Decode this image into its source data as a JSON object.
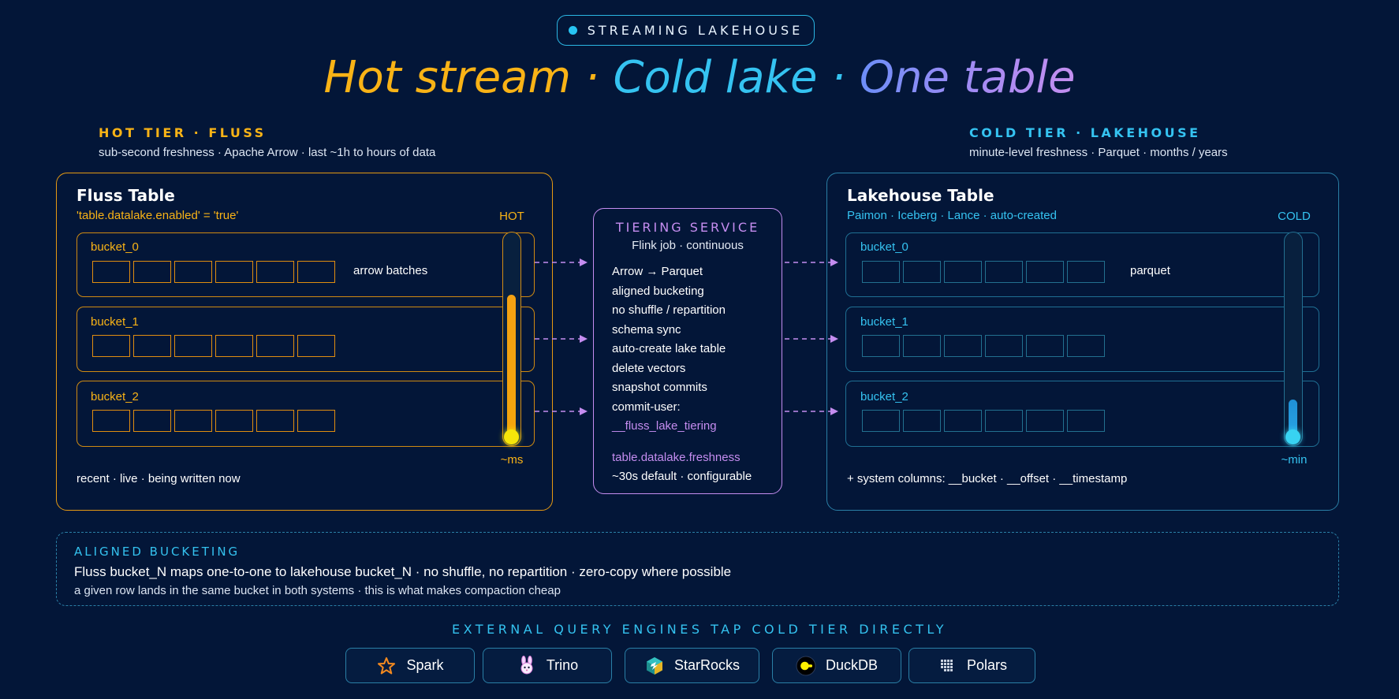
{
  "badge": {
    "label": "STREAMING LAKEHOUSE"
  },
  "headline": {
    "hot": "Hot stream",
    "sep1": " · ",
    "cold": "Cold lake",
    "sep2": " · ",
    "one": "One table"
  },
  "hot_tier": {
    "title": "HOT TIER · FLUSS",
    "subtitle": "sub-second freshness · Apache Arrow · last ~1h to hours of data",
    "panel_title": "Fluss Table",
    "config": "'table.datalake.enabled' = 'true'",
    "gauge_top": "HOT",
    "gauge_bottom": "~ms",
    "gauge_level": 0.72,
    "buckets": [
      {
        "label": "bucket_0",
        "note": "arrow batches"
      },
      {
        "label": "bucket_1",
        "note": ""
      },
      {
        "label": "bucket_2",
        "note": ""
      }
    ],
    "footer": "recent · live · being written now"
  },
  "tiering_service": {
    "title": "TIERING SERVICE",
    "subtitle": "Flink job · continuous",
    "items": [
      "Arrow → Parquet",
      "aligned bucketing",
      "no shuffle / repartition",
      "schema sync",
      "auto-create lake table",
      "delete vectors",
      "snapshot commits",
      "commit-user:"
    ],
    "commit_user": "__fluss_lake_tiering",
    "freshness_key": "table.datalake.freshness",
    "freshness_value": "~30s default · configurable"
  },
  "cold_tier": {
    "title": "COLD TIER · LAKEHOUSE",
    "subtitle": "minute-level freshness · Parquet · months / years",
    "panel_title": "Lakehouse Table",
    "formats": "Paimon · Iceberg · Lance · auto-created",
    "gauge_top": "COLD",
    "gauge_bottom": "~min",
    "gauge_level": 0.2,
    "buckets": [
      {
        "label": "bucket_0",
        "note": "parquet"
      },
      {
        "label": "bucket_1",
        "note": ""
      },
      {
        "label": "bucket_2",
        "note": ""
      }
    ],
    "footer": "+ system columns: __bucket · __offset · __timestamp"
  },
  "aligned_bucketing": {
    "title": "ALIGNED BUCKETING",
    "main": "Fluss bucket_N maps one-to-one to lakehouse bucket_N · no shuffle, no repartition · zero-copy where possible",
    "sub": "a given row lands in the same bucket in both systems · this is what makes compaction cheap"
  },
  "engines": {
    "title": "EXTERNAL QUERY ENGINES TAP COLD TIER DIRECTLY",
    "items": [
      {
        "name": "Spark",
        "icon": "spark-star-icon"
      },
      {
        "name": "Trino",
        "icon": "trino-bunny-icon"
      },
      {
        "name": "StarRocks",
        "icon": "starrocks-cube-icon"
      },
      {
        "name": "DuckDB",
        "icon": "duckdb-duck-icon"
      },
      {
        "name": "Polars",
        "icon": "polars-grid-icon"
      }
    ]
  },
  "colors": {
    "background": "#031638",
    "hot": "#f9b316",
    "cold": "#35c3f1",
    "service": "#c58df0"
  }
}
